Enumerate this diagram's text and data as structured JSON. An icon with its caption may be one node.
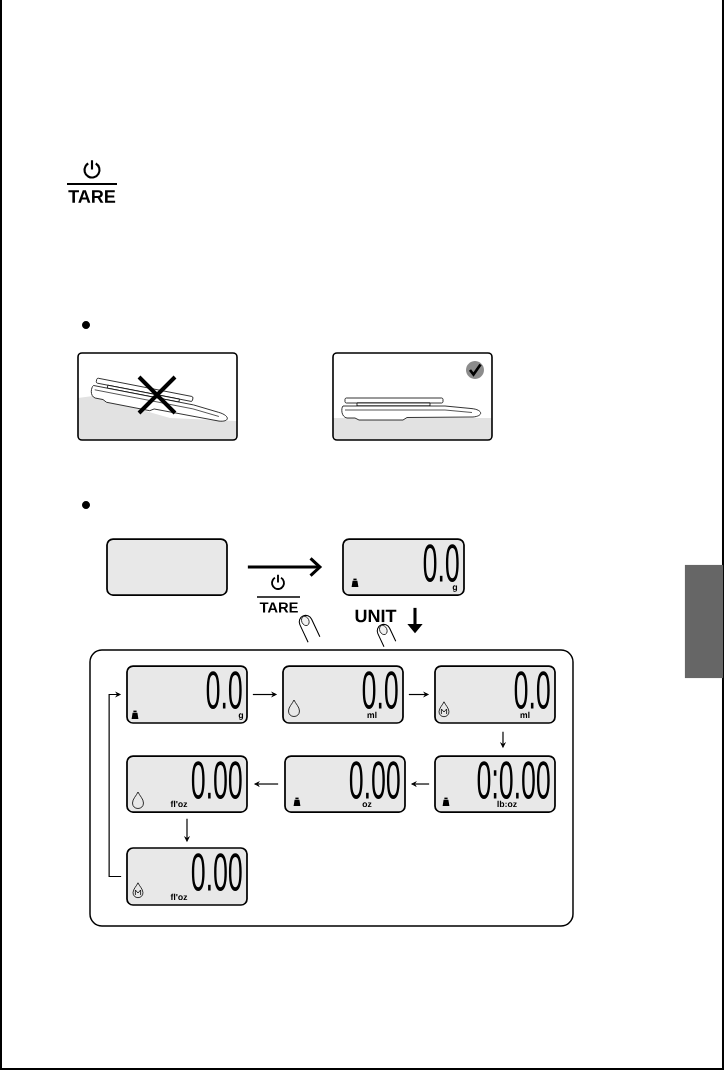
{
  "diagram": {
    "nodes": [
      {
        "text": [],
        "shape": "box"
      },
      {
        "text": [
          "0.0",
          "g"
        ]
      },
      {
        "text": [],
        "shape": "box"
      },
      {
        "text": [
          "0.0",
          "g"
        ],
        "in": 2
      },
      {
        "text": [
          "0.0",
          "ml"
        ],
        "in": 2
      },
      {
        "text": [
          "0.0",
          "ml"
        ],
        "in": 2
      },
      {
        "text": [
          "0.00",
          "fl'oz"
        ],
        "in": 2
      },
      {
        "text": [
          "0.00",
          "oz"
        ],
        "in": 2
      },
      {
        "text": [
          "0:0.00",
          "lb:oz"
        ],
        "in": 2
      },
      {
        "text": [
          "0.00",
          "fl'oz"
        ],
        "in": 2
      },
      {
        "text": [],
        "shape": "box"
      }
    ],
    "edges": [
      {
        "from": 0,
        "to": 1,
        "arrow": "to",
        "label": "TARE",
        "style": "thick"
      },
      {
        "from": 1,
        "to": 2,
        "arrow": "to",
        "label": "UNIT",
        "style": "thick"
      },
      {
        "from": 3,
        "to": 4,
        "arrow": "to"
      },
      {
        "from": 4,
        "to": 5,
        "arrow": "to"
      },
      {
        "from": 5,
        "to": 8,
        "arrow": "to"
      },
      {
        "from": 8,
        "to": 7,
        "arrow": "to"
      },
      {
        "from": 7,
        "to": 6,
        "arrow": "to"
      },
      {
        "from": 6,
        "to": 9,
        "arrow": "to"
      },
      {
        "from": 9,
        "to": 3,
        "arrow": "to"
      }
    ],
    "labels": [
      "TARE"
    ]
  }
}
